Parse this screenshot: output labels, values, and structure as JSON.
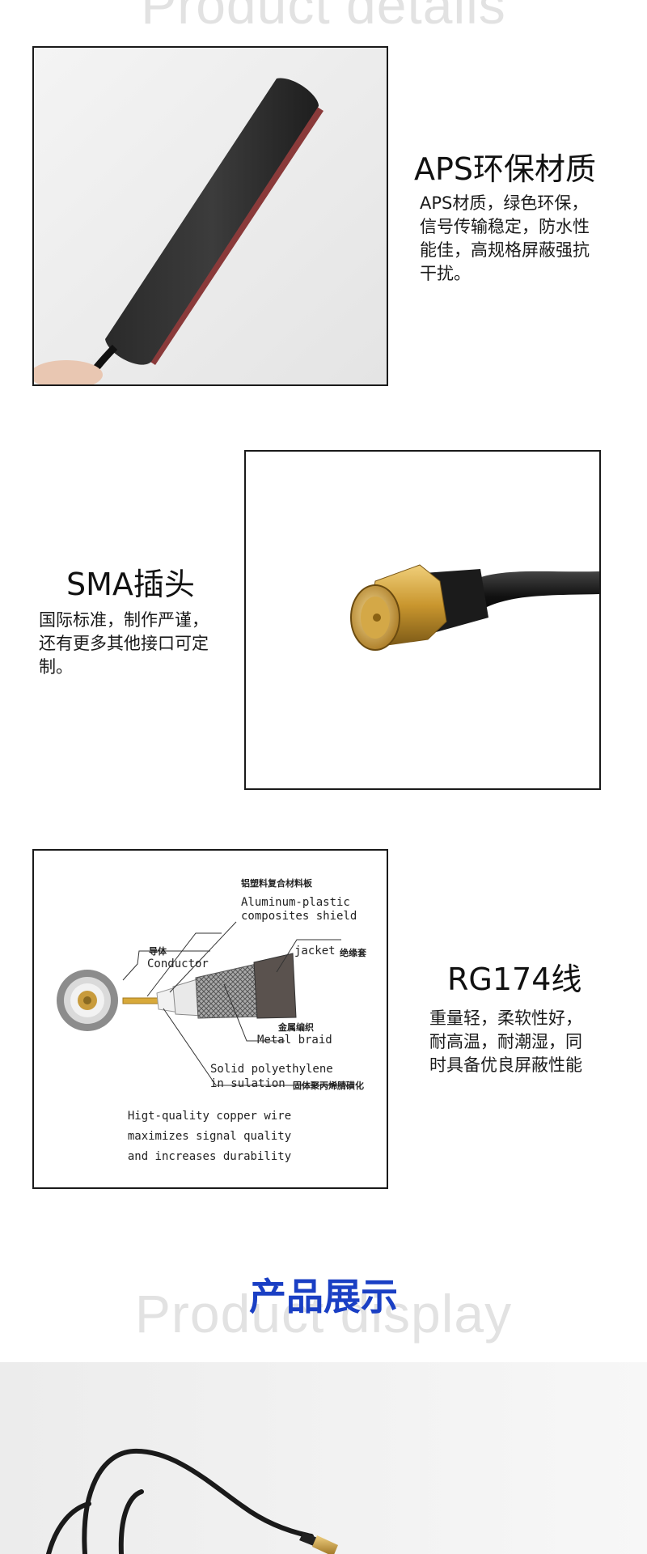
{
  "header": {
    "watermark": "Product details"
  },
  "features": [
    {
      "title": "APS环保材质",
      "desc_lines": [
        "APS材质，绿色环保，",
        "信号传输稳定，防水性",
        "能佳，高规格屏蔽强抗",
        "干扰。"
      ]
    },
    {
      "title": "SMA插头",
      "desc_lines": [
        "国际标准，制作严谨，",
        "还有更多其他接口可定",
        "制。"
      ]
    },
    {
      "title": "RG174线",
      "desc_lines": [
        "重量轻，柔软性好，",
        "耐高温，耐潮湿，同",
        "时具备优良屏蔽性能"
      ]
    }
  ],
  "diagram": {
    "shield_cn": "铝塑料复合材料板",
    "shield_en_1": "Aluminum-plastic",
    "shield_en_2": "composites shield",
    "conductor_cn": "导体",
    "conductor_en": "Conductor",
    "jacket_en": "jacket",
    "jacket_cn": "绝缘套",
    "braid_cn": "金属编织",
    "braid_en": "Metal braid",
    "insulation_en_1": "Solid polyethylene",
    "insulation_en_2": "in sulation",
    "insulation_cn": "固体聚丙烯腈磺化",
    "caption": [
      "Higt-quality copper wire",
      "maximizes signal quality",
      "and increases durability"
    ]
  },
  "display": {
    "title": "产品展示",
    "watermark": "Product display"
  }
}
